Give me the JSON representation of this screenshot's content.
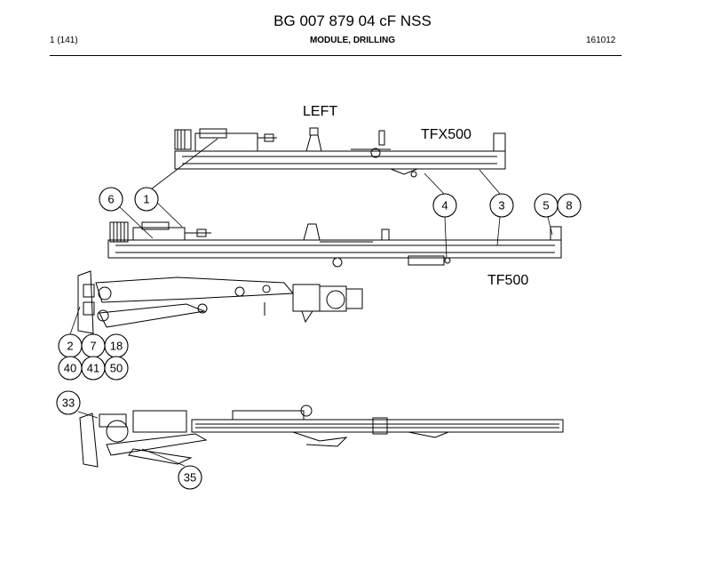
{
  "header": {
    "doc_title": "BG 007 879 04 cF NSS",
    "page": "1 (141)",
    "section": "MODULE, DRILLING",
    "date": "161012"
  },
  "views": {
    "left": "LEFT",
    "tfx500": "TFX500",
    "tf500": "TF500"
  },
  "callouts": [
    "1",
    "2",
    "3",
    "4",
    "5",
    "6",
    "7",
    "8",
    "18",
    "33",
    "35",
    "40",
    "41",
    "50"
  ]
}
